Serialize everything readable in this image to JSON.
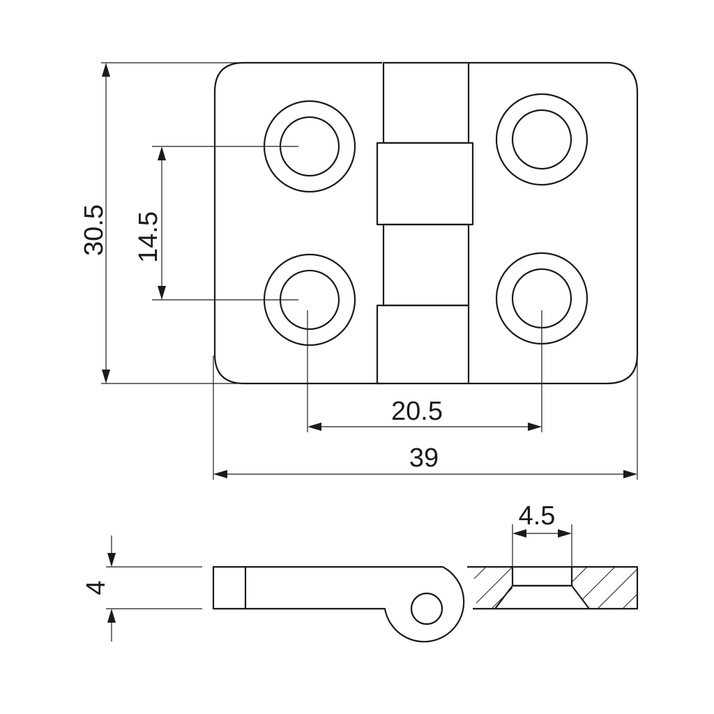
{
  "dimensions": {
    "total_height": "30.5",
    "hole_spacing_vertical": "14.5",
    "hole_spacing_horizontal": "20.5",
    "total_width": "39",
    "countersink_diameter": "4.5",
    "thickness": "4"
  }
}
